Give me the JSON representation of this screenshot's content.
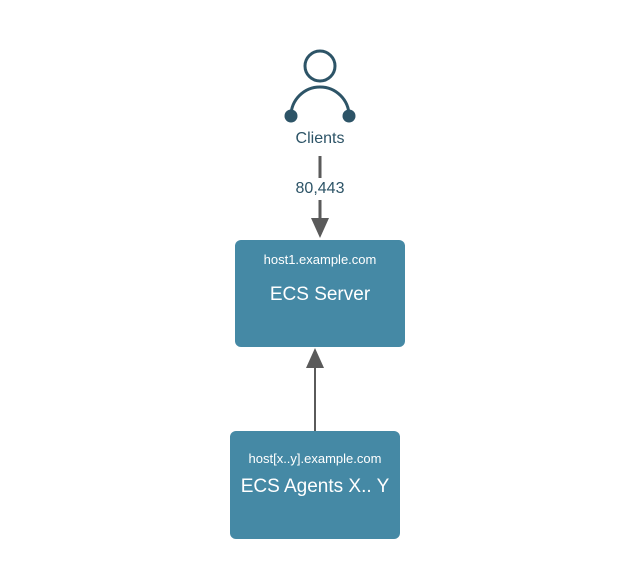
{
  "diagram": {
    "type": "architecture-flow",
    "background_color": "#ffffff",
    "accent_color": "#4589a5",
    "ink_color": "#2d5467",
    "arrow_color": "#5a5a5a",
    "actor": {
      "icon": "person-icon",
      "label": "Clients"
    },
    "edges": [
      {
        "from": "Clients",
        "to": "ECS Server",
        "label": "80,443",
        "direction": "down"
      },
      {
        "from": "ECS Agents X.. Y",
        "to": "ECS Server",
        "label": "",
        "direction": "up"
      }
    ],
    "nodes": [
      {
        "id": "ecs-server",
        "host": "host1.example.com",
        "title": "ECS Server"
      },
      {
        "id": "ecs-agents",
        "host": "host[x..y].example.com",
        "title": "ECS Agents X.. Y"
      }
    ]
  }
}
